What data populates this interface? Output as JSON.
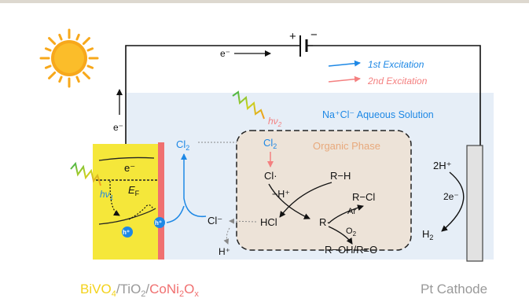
{
  "circuit": {
    "battery_plus": "+",
    "battery_minus": "−",
    "electron_top": "e⁻",
    "electron_left": "e⁻"
  },
  "legend": {
    "first_excitation": "1st Excitation",
    "second_excitation": "2nd Excitation",
    "first_color": "#1e88e5",
    "second_color": "#f48080"
  },
  "solution_label": "Na⁺Cl⁻ Aqueous Solution",
  "photoanode": {
    "conduction_electron": "e⁻",
    "fermi_level": "EF",
    "photon_1": "hν1",
    "hole_label": "h⁺"
  },
  "species": {
    "cl2_anode": "Cl2",
    "cl_minus": "Cl⁻",
    "h_plus": "H⁺",
    "cl2_organic": "Cl2",
    "photon_2": "hν2"
  },
  "organic_phase": {
    "title": "Organic Phase",
    "cl_radical": "Cl·",
    "minus_h": "−H⁺",
    "r_h": "R−H",
    "hcl": "HCl",
    "r_radical": "R·",
    "r_cl": "R−Cl",
    "ar": "Ar",
    "o2": "O2",
    "r_oh": "R−OH/R=O"
  },
  "cathode": {
    "two_h_plus": "2H⁺",
    "two_e": "2e⁻",
    "h2": "H2"
  },
  "bottom_labels": {
    "bivo4": "BiVO4",
    "tio2": "/TiO2/",
    "coni2ox": "CoNi2Ox",
    "pt_cathode": "Pt Cathode"
  },
  "colors": {
    "bivo4": "#f3d21b",
    "coni2ox": "#f07070",
    "solution": "#e6eef7",
    "organic": "#ede3d8",
    "hole": "#1e88e5",
    "organic_title": "#e8a97c"
  }
}
